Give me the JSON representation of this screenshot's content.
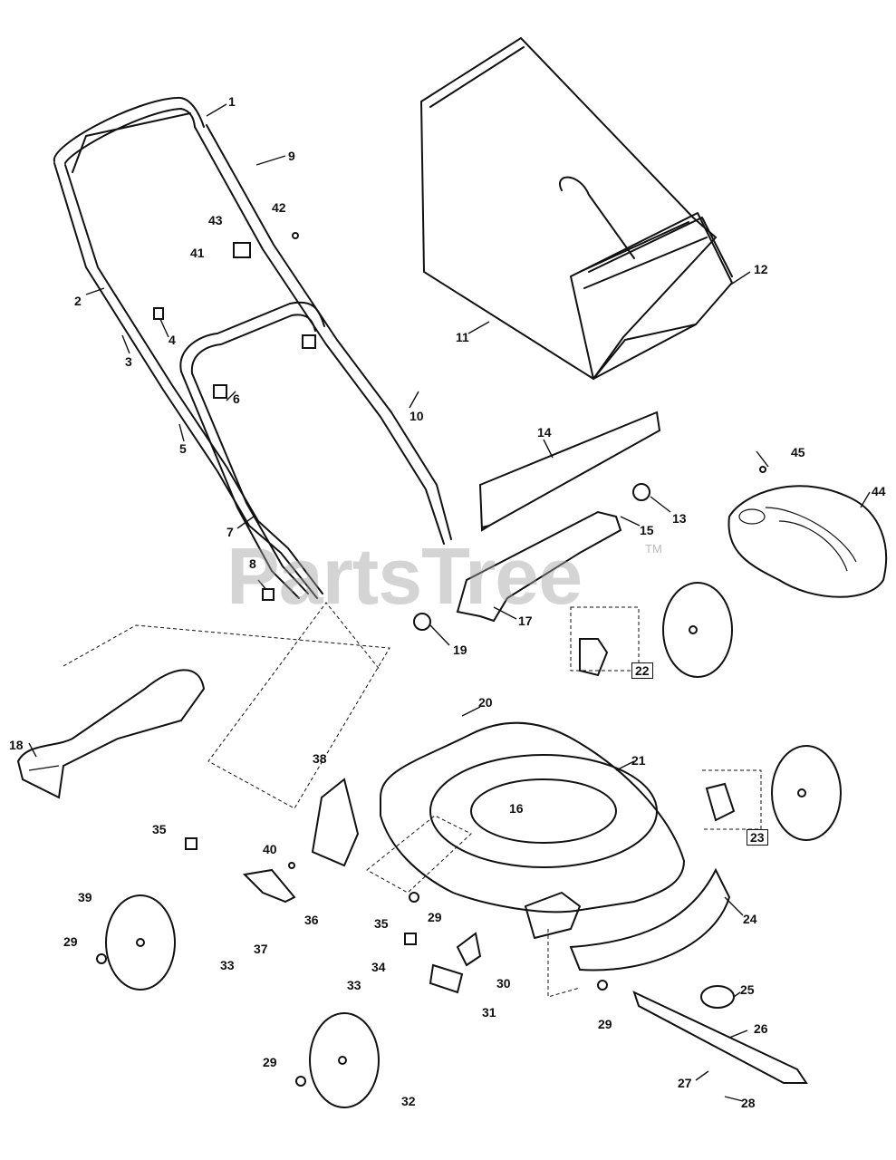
{
  "watermark": {
    "text": "PartsTree",
    "trademark": "TM"
  },
  "callouts": {
    "c1": "1",
    "c2": "2",
    "c3": "3",
    "c4": "4",
    "c5": "5",
    "c6": "6",
    "c7": "7",
    "c8": "8",
    "c9": "9",
    "c10": "10",
    "c11": "11",
    "c12": "12",
    "c13": "13",
    "c14": "14",
    "c15": "15",
    "c16": "16",
    "c17": "17",
    "c18": "18",
    "c19": "19",
    "c20": "20",
    "c21": "21",
    "c22": "22",
    "c23": "23",
    "c24": "24",
    "c25": "25",
    "c26": "26",
    "c27": "27",
    "c28": "28",
    "c29a": "29",
    "c29b": "29",
    "c29c": "29",
    "c29d": "29",
    "c30": "30",
    "c31": "31",
    "c32": "32",
    "c33a": "33",
    "c33b": "33",
    "c34": "34",
    "c35a": "35",
    "c35b": "35",
    "c36": "36",
    "c37": "37",
    "c38": "38",
    "c39": "39",
    "c40": "40",
    "c41": "41",
    "c42": "42",
    "c43": "43",
    "c44": "44",
    "c45": "45"
  },
  "colors": {
    "line": "#111111",
    "watermark": "#a0a0a0",
    "background": "#ffffff"
  }
}
